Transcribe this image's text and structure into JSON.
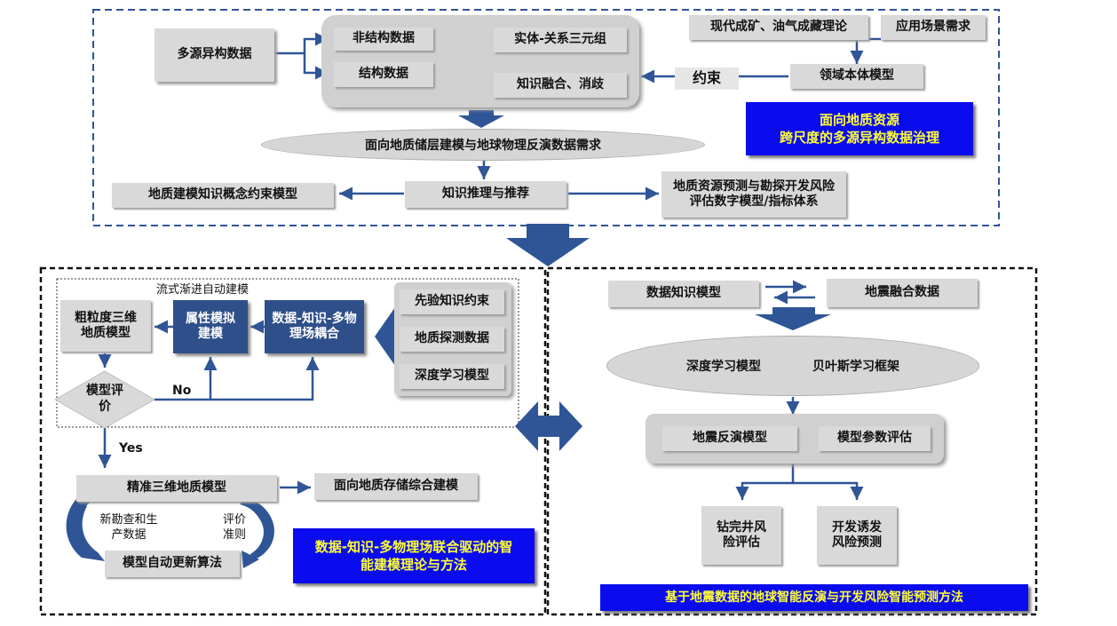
{
  "top": {
    "multi_source": "多源异构数据",
    "unstructured": "非结构数据",
    "structured": "结构数据",
    "triple": "实体-关系三元组",
    "fusion": "知识融合、消歧",
    "theory": "现代成矿、油气成藏理论",
    "scenario": "应用场景需求",
    "constraint": "约束",
    "ontology": "领域本体模型",
    "title_line1": "面向地质资源",
    "title_line2": "跨尺度的多源异构数据治理",
    "demand": "面向地质储层建模与地球物理反演数据需求",
    "reasoning": "知识推理与推荐",
    "concept_model": "地质建模知识概念约束模型",
    "risk_model": "地质资源预测与勘探开发风险评估数字模型/指标体系"
  },
  "left": {
    "stream_label": "流式渐进自动建模",
    "coarse_model": "粗粒度三维地质模型",
    "attr_model": "属性模拟建模",
    "coupling": "数据-知识-多物理场耦合",
    "prior": "先验知识约束",
    "exploration": "地质探测数据",
    "deep_learning": "深度学习模型",
    "evaluation": "模型评价",
    "no": "No",
    "yes": "Yes",
    "precise_model": "精准三维地质模型",
    "storage_model": "面向地质存储综合建模",
    "new_data": "新勘查和生产数据",
    "criteria": "评价准则",
    "auto_update": "模型自动更新算法",
    "title": "数据-知识-多物理场联合驱动的智能建模理论与方法"
  },
  "right": {
    "data_knowledge": "数据知识模型",
    "seismic_fusion": "地震融合数据",
    "deep_learning": "深度学习模型",
    "bayes": "贝叶斯学习框架",
    "inversion": "地震反演模型",
    "param_eval": "模型参数评估",
    "drilling": "钻完井风险评估",
    "induced": "开发诱发风险预测",
    "title": "基于地震数据的地球智能反演与开发风险智能预测方法"
  },
  "colors": {
    "arrow_blue": "#2f5597",
    "dark_box": "#2f4f8a",
    "title_bg": "#0b0bf0",
    "title_text": "#ffff33"
  }
}
